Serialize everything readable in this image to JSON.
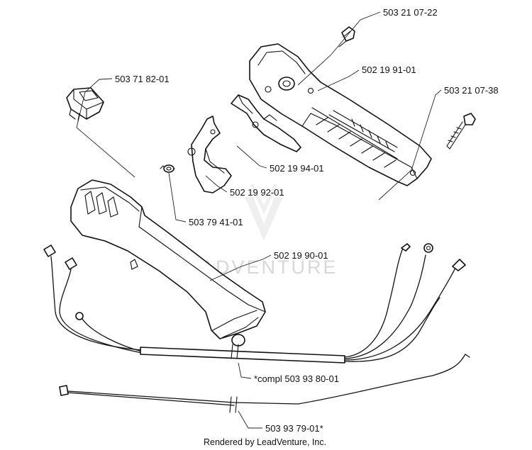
{
  "parts": [
    {
      "id": "screw_top",
      "number": "503 21 07-22"
    },
    {
      "id": "handle_half_right",
      "number": "502 19 91-01"
    },
    {
      "id": "screw_side",
      "number": "503 21 07-38"
    },
    {
      "id": "switch",
      "number": "503 71 82-01"
    },
    {
      "id": "throttle_trigger",
      "number": "502 19 94-01"
    },
    {
      "id": "throttle_lockout",
      "number": "502 19 92-01"
    },
    {
      "id": "spring",
      "number": "503 79 41-01"
    },
    {
      "id": "handle_half_left",
      "number": "502 19 90-01"
    },
    {
      "id": "wire_harness",
      "number": "*compl 503 93 80-01"
    },
    {
      "id": "throttle_cable",
      "number": "503 93 79-01*"
    }
  ],
  "watermark": "LEADVENTURE",
  "footer": "Rendered by LeadVenture, Inc."
}
